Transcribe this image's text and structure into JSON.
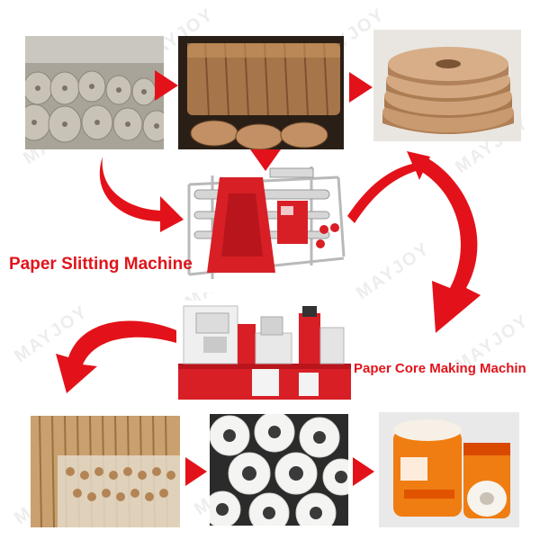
{
  "labels": {
    "slitting": "Paper Slitting Machine",
    "core": "Paper Core Making Machin"
  },
  "watermark": "MAYJOY",
  "colors": {
    "label_red": "#e0141b",
    "arrow_red": "#e3121a",
    "kraft": "#b88a5c",
    "machine_red": "#d81f26",
    "machine_white": "#f2f2f2"
  },
  "steps": [
    {
      "name": "jumbo-kraft-rolls-photo"
    },
    {
      "name": "slit-kraft-rolls-photo"
    },
    {
      "name": "kraft-paper-strip-rolls-photo"
    },
    {
      "name": "paper-slitting-machine-photo"
    },
    {
      "name": "paper-core-making-machine-photo"
    },
    {
      "name": "paper-cores-stack-photo"
    },
    {
      "name": "toilet-rolls-photo"
    },
    {
      "name": "packaged-toilet-rolls-photo"
    }
  ]
}
